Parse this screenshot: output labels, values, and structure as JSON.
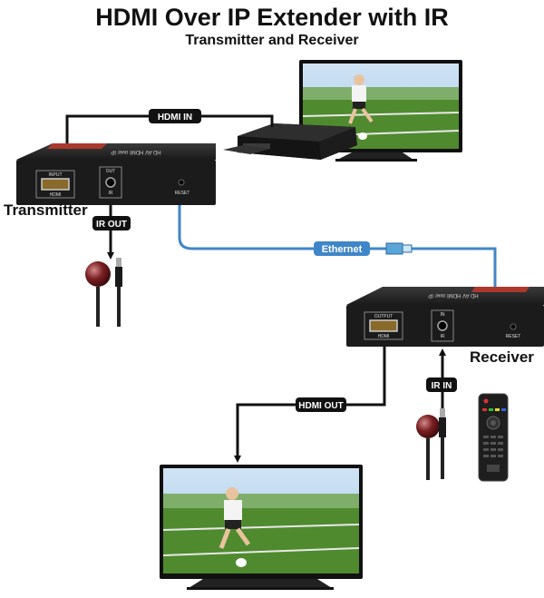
{
  "title": "HDMI Over IP Extender with IR",
  "subtitle": "Transmitter and Receiver",
  "transmitter": {
    "label": "Transmitter",
    "port_hdmi_top": "INPUT",
    "port_hdmi_bottom": "HDMI",
    "port_ir_top": "OUT",
    "port_ir_bottom": "IR",
    "reset": "RESET",
    "lid_text": "HD AV HDMI over IP"
  },
  "receiver": {
    "label": "Receiver",
    "port_hdmi_top": "OUTPUT",
    "port_hdmi_bottom": "HDMI",
    "port_ir_top": "IN",
    "port_ir_bottom": "IR",
    "reset": "RESET",
    "lid_text": "HD AV HDMI over IP"
  },
  "connections": {
    "hdmi_in": "HDMI IN",
    "ir_out": "IR OUT",
    "ethernet": "Ethernet",
    "hdmi_out": "HDMI OUT",
    "ir_in": "IR IN"
  },
  "colors": {
    "cable_black": "#111111",
    "cable_blue": "#3f86c8",
    "device_body": "#1b1b1b",
    "accent_red": "#c0392b",
    "grass": "#4f8a2e"
  }
}
